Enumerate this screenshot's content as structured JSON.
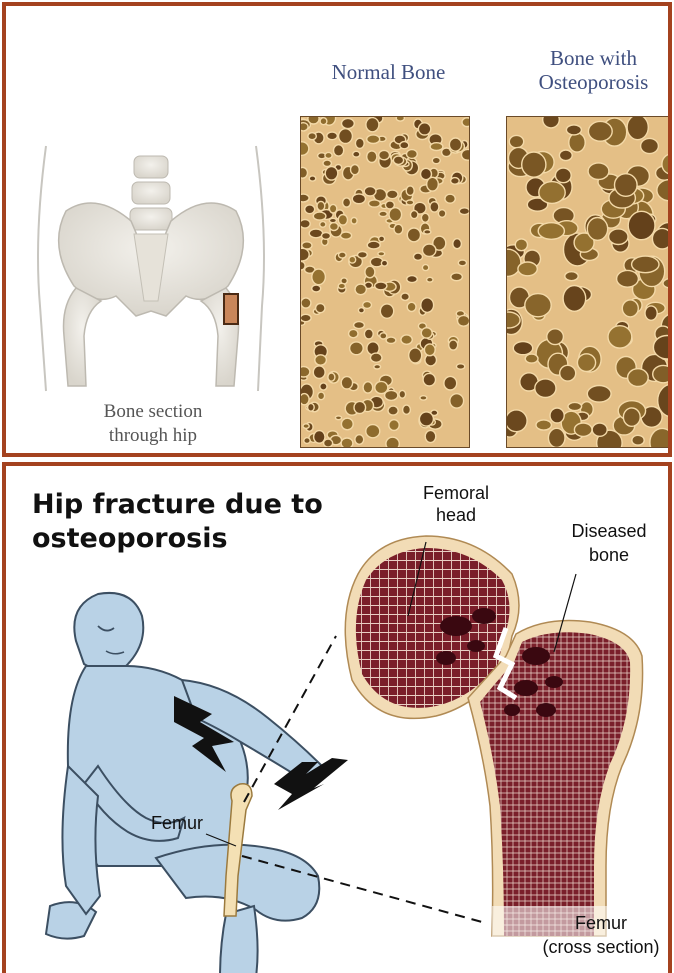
{
  "top": {
    "normal_label": "Normal Bone",
    "osteo_label_line1": "Bone with",
    "osteo_label_line2": "Osteoporosis",
    "caption_line1": "Bone section",
    "caption_line2": "through hip"
  },
  "bottom": {
    "title_line1": "Hip fracture due to",
    "title_line2": "osteoporosis",
    "femoral_head_line1": "Femoral",
    "femoral_head_line2": "head",
    "diseased_line1": "Diseased",
    "diseased_line2": "bone",
    "femur_label": "Femur",
    "femur_cross_line1": "Femur",
    "femur_cross_line2": "(cross section)"
  },
  "colors": {
    "frame": "#a4421f",
    "bone_tan": "#c99a60",
    "marrow": "#7a1f2a",
    "figure_blue": "#b9d2e6"
  }
}
